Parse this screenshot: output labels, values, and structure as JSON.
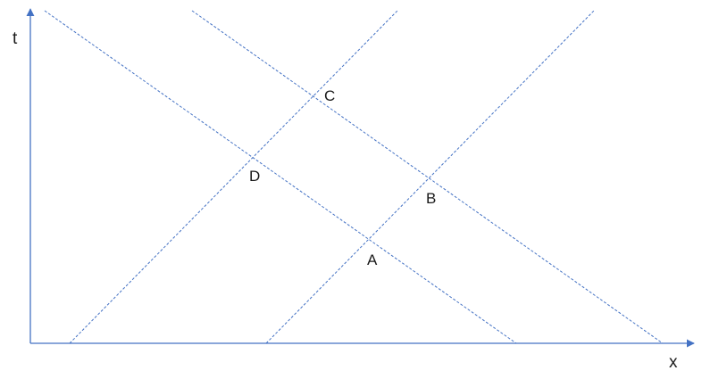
{
  "diagram": {
    "colors": {
      "axis": "#4472c4",
      "dashed_line": "#4472c4",
      "label_text": "#1a1a1a",
      "background": "#ffffff"
    },
    "axes": {
      "vertical_label": "t",
      "horizontal_label": "x"
    },
    "points": [
      {
        "id": "C",
        "label": "C"
      },
      {
        "id": "D",
        "label": "D"
      },
      {
        "id": "B",
        "label": "B"
      },
      {
        "id": "A",
        "label": "A"
      }
    ],
    "line_style": "dashed"
  }
}
